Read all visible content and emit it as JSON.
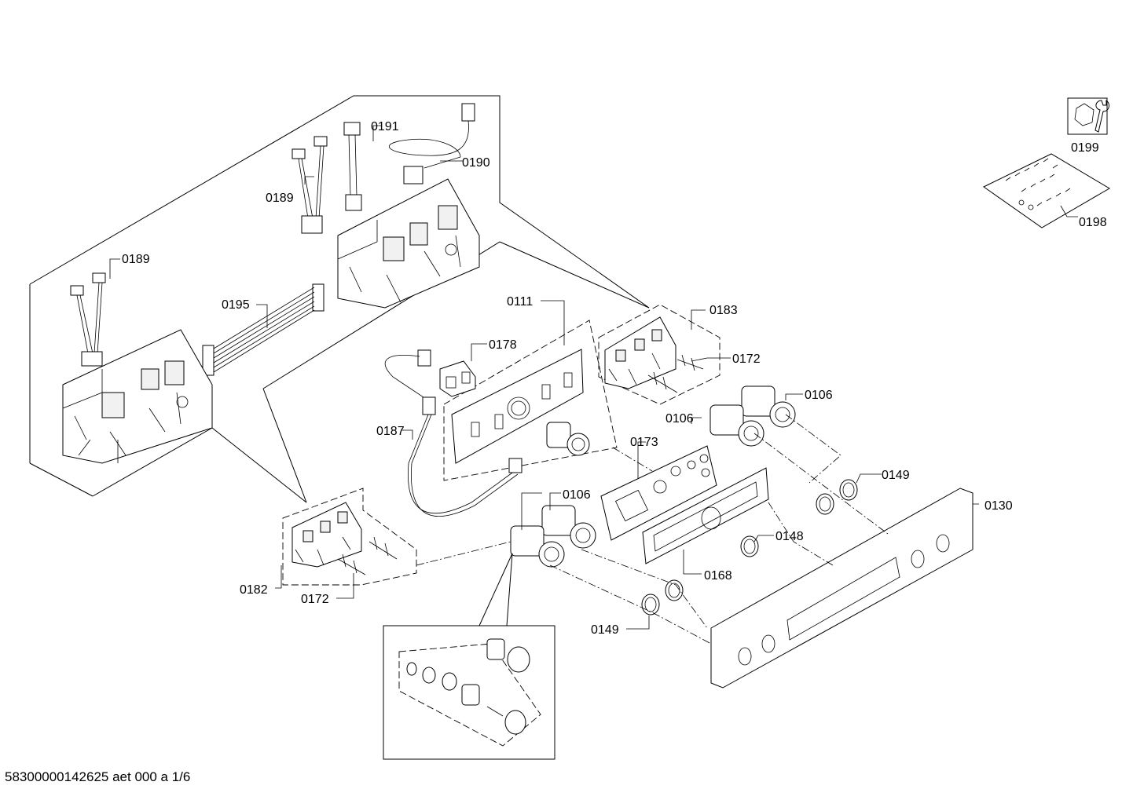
{
  "diagram": {
    "labels": {
      "p0111": "0111",
      "p0106a": "0106",
      "p0106b": "0106",
      "p0106c": "0106",
      "p0130": "0130",
      "p0148": "0148",
      "p0149a": "0149",
      "p0149b": "0149",
      "p0168": "0168",
      "p0172a": "0172",
      "p0172b": "0172",
      "p0173": "0173",
      "p0178": "0178",
      "p0182": "0182",
      "p0183": "0183",
      "p0187": "0187",
      "p0189a": "0189",
      "p0189b": "0189",
      "p0190": "0190",
      "p0191": "0191",
      "p0195": "0195",
      "p0198": "0198",
      "p0199": "0199"
    },
    "footer": "58300000142625 aet 000 a 1/6"
  },
  "icons": [
    "wrench-icon",
    "screw-bag-icon"
  ]
}
